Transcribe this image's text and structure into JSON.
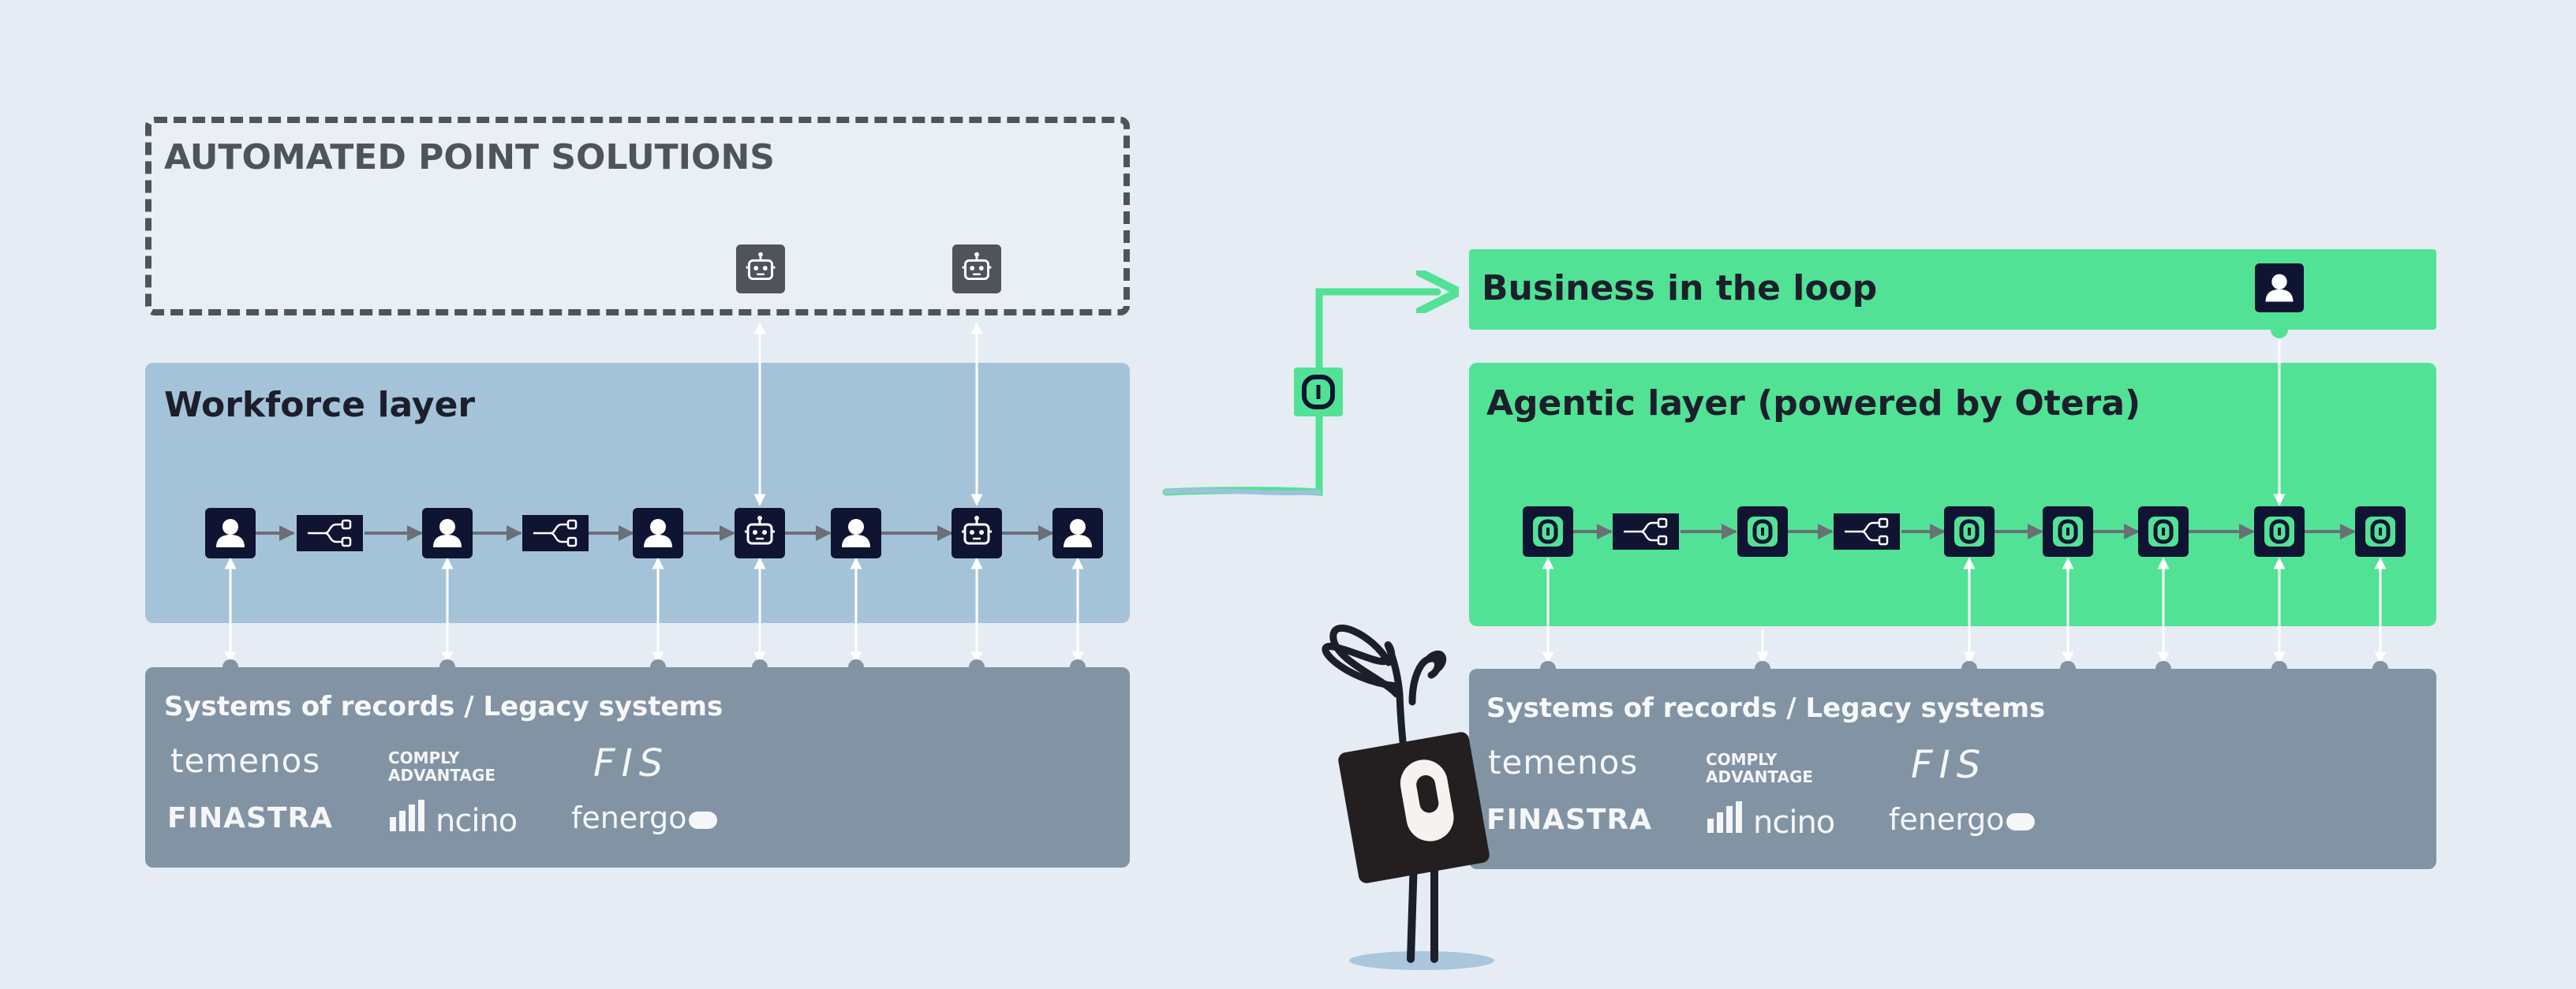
{
  "left": {
    "automated_title": "AUTOMATED POINT SOLUTIONS",
    "workforce_title": "Workforce layer",
    "legacy_title": "Systems of records / Legacy systems"
  },
  "right": {
    "business_title": "Business in the loop",
    "agentic_title": "Agentic layer (powered by Otera)",
    "legacy_title": "Systems of records / Legacy systems"
  },
  "logos": {
    "temenos": "temenos",
    "comply_line1": "COMPLY",
    "comply_line2": "ADVANTAGE",
    "fis": "FIS",
    "finastra": "FINASTRA",
    "ncino": "ncino",
    "fenergo": "fenergo"
  },
  "transition_badge": "O",
  "colors": {
    "background": "#e6ecf4",
    "workforce": "#a5c3d8",
    "legacy": "#8293a4",
    "agentic_green": "#52e295",
    "node_dark": "#0f1432",
    "bot_gray": "#4f545c"
  },
  "icons": {
    "person": "person-icon",
    "workflow": "workflow-branch-icon",
    "robot": "robot-icon",
    "otera": "otera-icon"
  }
}
